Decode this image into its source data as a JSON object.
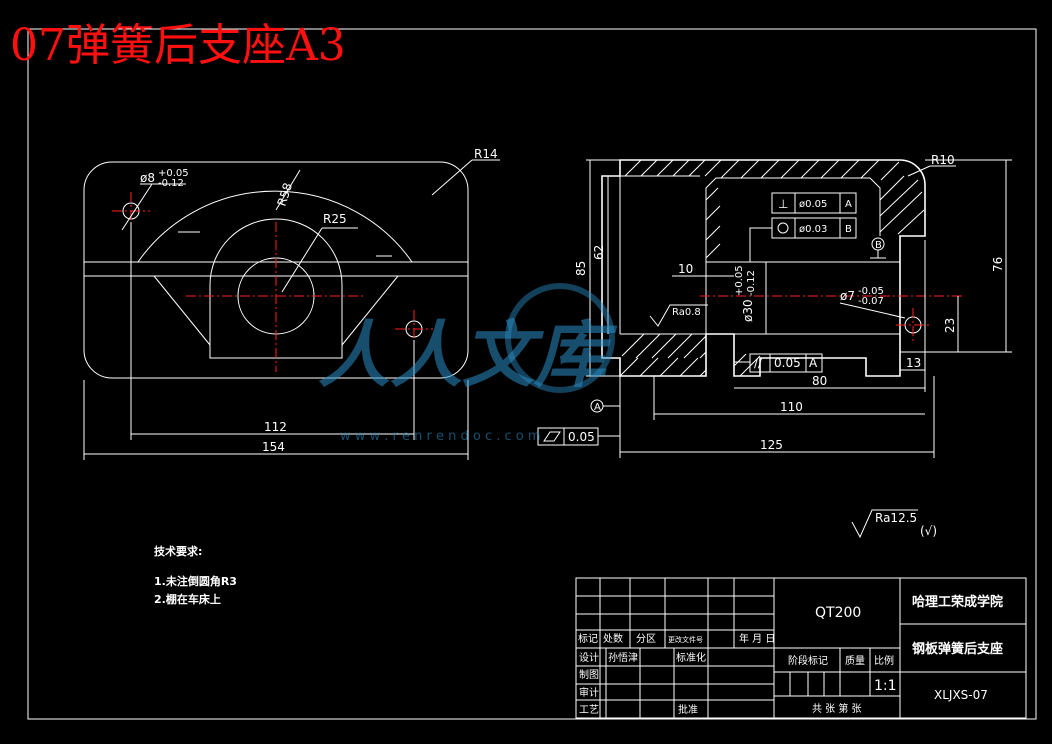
{
  "title": "07弹簧后支座A3",
  "watermark": {
    "brand": "人人文库",
    "url": "w w w . r e n r e n d o c . c o m"
  },
  "front_view": {
    "r14": "R14",
    "r58": "R58",
    "r25": "R25",
    "hole_dia": "ø8",
    "hole_tol_up": "+0.05",
    "hole_tol_down": "-0.12",
    "dim_112": "112",
    "dim_154": "154"
  },
  "side_view": {
    "r10": "R10",
    "flatness": "0.05",
    "perp_tol": "ø0.05",
    "perp_ref": "A",
    "circ_tol": "ø0.03",
    "circ_ref": "B",
    "datum_b": "B",
    "datum_a": "A",
    "dim_85": "85",
    "dim_62": "62",
    "dim_76": "76",
    "dim_10": "10",
    "bore": "ø30",
    "bore_tol_up": "+0.05",
    "bore_tol_down": "-0.12",
    "small_bore": "ø7",
    "small_tol_up": "-0.05",
    "small_tol_down": "-0.07",
    "ra": "Ra0.8",
    "dim_23": "23",
    "dim_13": "13",
    "parallel_tol": "0.05",
    "parallel_ref": "A",
    "dim_80": "80",
    "dim_110": "110",
    "dim_125": "125"
  },
  "surface": {
    "value": "Ra12.5",
    "note": "(√)"
  },
  "tech": {
    "heading": "技术要求:",
    "items": [
      "1.未注倒圆角R3",
      "2.棚在车床上"
    ]
  },
  "title_block": {
    "material": "QT200",
    "school": "哈理工荣成学院",
    "part_name": "钢板弹簧后支座",
    "drawing_no": "XLJXS-07",
    "scale": "1:1",
    "row_headers": [
      "标记",
      "处数",
      "分区",
      "更改文件号",
      "年 月 日"
    ],
    "design": "设计",
    "standard_a": "标准化",
    "draw": "制图",
    "review": "审计",
    "process": "工艺",
    "approve": "批准",
    "signature": "孙悟津",
    "stage": "阶段标记",
    "weight": "质量",
    "ratio": "比例",
    "sheets": "共  张  第  张"
  }
}
